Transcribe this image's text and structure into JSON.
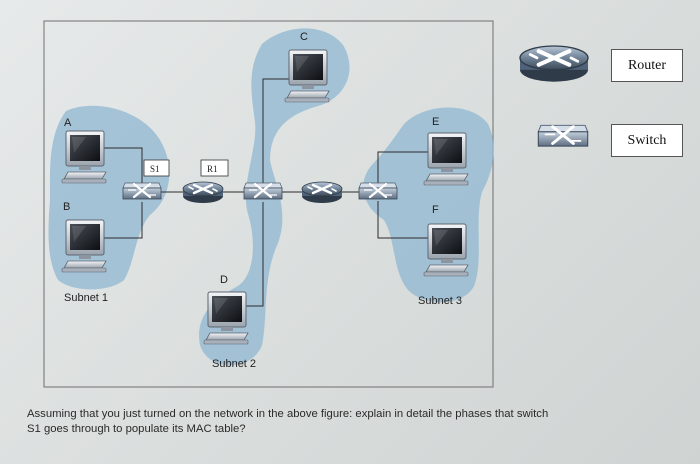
{
  "diagram": {
    "hosts": {
      "a": "A",
      "b": "B",
      "c": "C",
      "d": "D",
      "e": "E",
      "f": "F"
    },
    "devices": {
      "s1": "S1",
      "r1": "R1"
    },
    "subnets": {
      "subnet1": "Subnet 1",
      "subnet2": "Subnet 2",
      "subnet3": "Subnet 3"
    }
  },
  "legend": {
    "router": "Router",
    "switch": "Switch"
  },
  "question": {
    "line1": "Assuming that you just turned on the network in the above figure: explain in detail the phases that switch",
    "line2": "S1 goes through to populate its MAC table?"
  }
}
